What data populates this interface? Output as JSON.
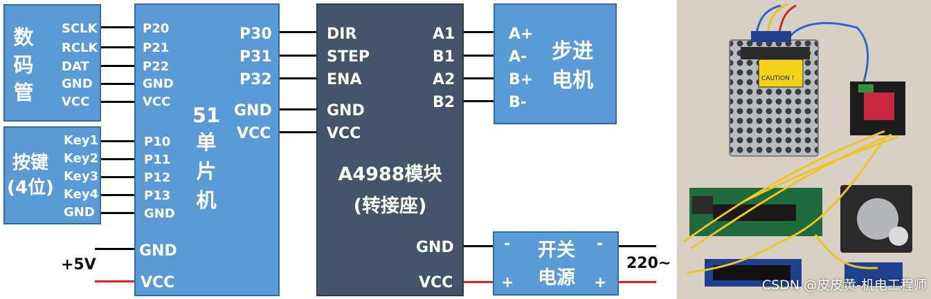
{
  "display_module": {
    "title": "数码管",
    "pins": [
      "SCLK",
      "RCLK",
      "DAT",
      "GND",
      "VCC"
    ]
  },
  "key_module": {
    "title_line1": "按键",
    "title_line2": "(4位)",
    "pins": [
      "Key1",
      "Key2",
      "Key3",
      "Key4",
      "GND"
    ]
  },
  "mcu": {
    "title": "51单片机",
    "title_chars": [
      "51",
      "单",
      "片",
      "机"
    ],
    "left_pins_top": [
      "P20",
      "P21",
      "P22",
      "GND",
      "VCC"
    ],
    "left_pins_bottom": [
      "P10",
      "P11",
      "P12",
      "P13",
      "GND"
    ],
    "power_pins": [
      "GND",
      "VCC"
    ],
    "right_pins": [
      "P30",
      "P31",
      "P32",
      "GND",
      "VCC"
    ]
  },
  "driver": {
    "title": "A4988模块",
    "subtitle": "(转接座)",
    "left_pins": [
      "DIR",
      "STEP",
      "ENA",
      "GND",
      "VCC"
    ],
    "right_pins": [
      "A1",
      "B1",
      "A2",
      "B2"
    ],
    "power_pins": [
      "GND",
      "VCC"
    ]
  },
  "motor": {
    "title_line1": "步进",
    "title_line2": "电机",
    "pins": [
      "A+",
      "A-",
      "B+",
      "B-"
    ]
  },
  "psu": {
    "title_line1": "开关",
    "title_line2": "电源",
    "minus": "-",
    "plus": "+"
  },
  "external": {
    "plus5v": "+5V",
    "ac_in": "220~"
  },
  "photo": {
    "watermark": "CSDN @皮皮黄-机电工程师",
    "caution": "CAUTION !"
  },
  "colors": {
    "box_blue": "#5b9bd5",
    "box_dark": "#44546a",
    "wire_black": "#000000",
    "wire_red": "#e02020"
  }
}
